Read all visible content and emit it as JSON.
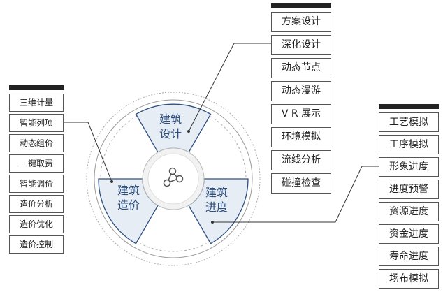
{
  "segments": {
    "design": [
      "建筑",
      "设计"
    ],
    "cost": [
      "建筑",
      "造价"
    ],
    "progress": [
      "建筑",
      "进度"
    ]
  },
  "left_list": [
    "三维计量",
    "智能列项",
    "动态组价",
    "一键取费",
    "智能调价",
    "造价分析",
    "造价优化",
    "造价控制"
  ],
  "top_list": [
    "方案设计",
    "深化设计",
    "动态节点",
    "动态漫游",
    "V R 展示",
    "环境模拟",
    "流线分析",
    "碰撞检查"
  ],
  "right_list": [
    "工艺模拟",
    "工序模拟",
    "形象进度",
    "进度预警",
    "资源进度",
    "资金进度",
    "寿命进度",
    "场布模拟"
  ],
  "colors": {
    "accent": "#2d4f7f",
    "segment_fill": "#e7edf5",
    "cap": "#222222"
  },
  "center_icon": "share-network-icon"
}
